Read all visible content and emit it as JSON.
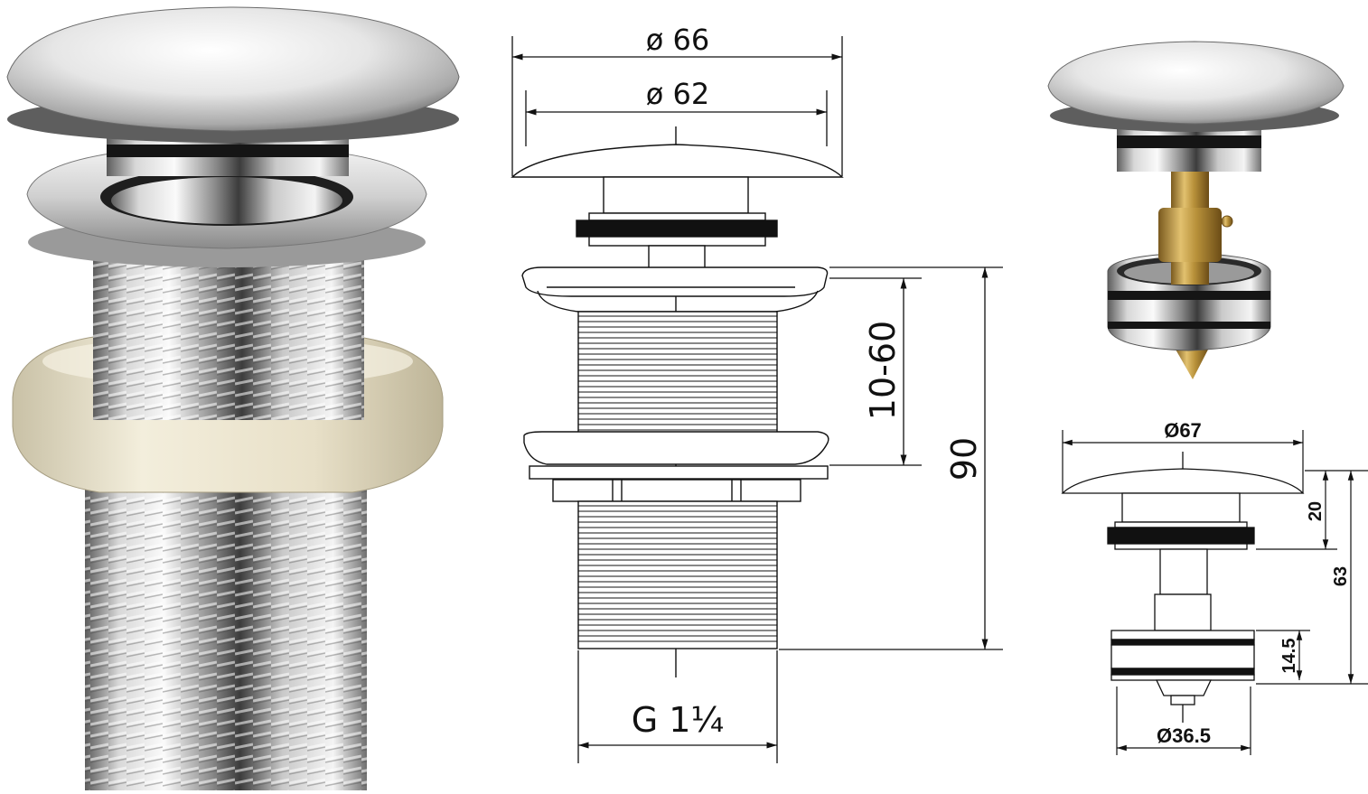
{
  "main_drawing": {
    "dim_outer_diameter": "ø 66",
    "dim_inner_diameter": "ø 62",
    "dim_clamp_range": "10-60",
    "dim_total_height": "90",
    "dim_thread": "G 1¼"
  },
  "insert_drawing": {
    "dim_cap_diameter": "Ø67",
    "dim_cap_height": "20",
    "dim_total_height": "63",
    "dim_body_height": "14.5",
    "dim_body_diameter": "Ø36.5"
  },
  "colors": {
    "line": "#111111",
    "chrome_light": "#f2f2f2",
    "chrome_dark": "#6a6a6a",
    "gasket": "#e8e0c8",
    "brass": "#b8913a"
  }
}
